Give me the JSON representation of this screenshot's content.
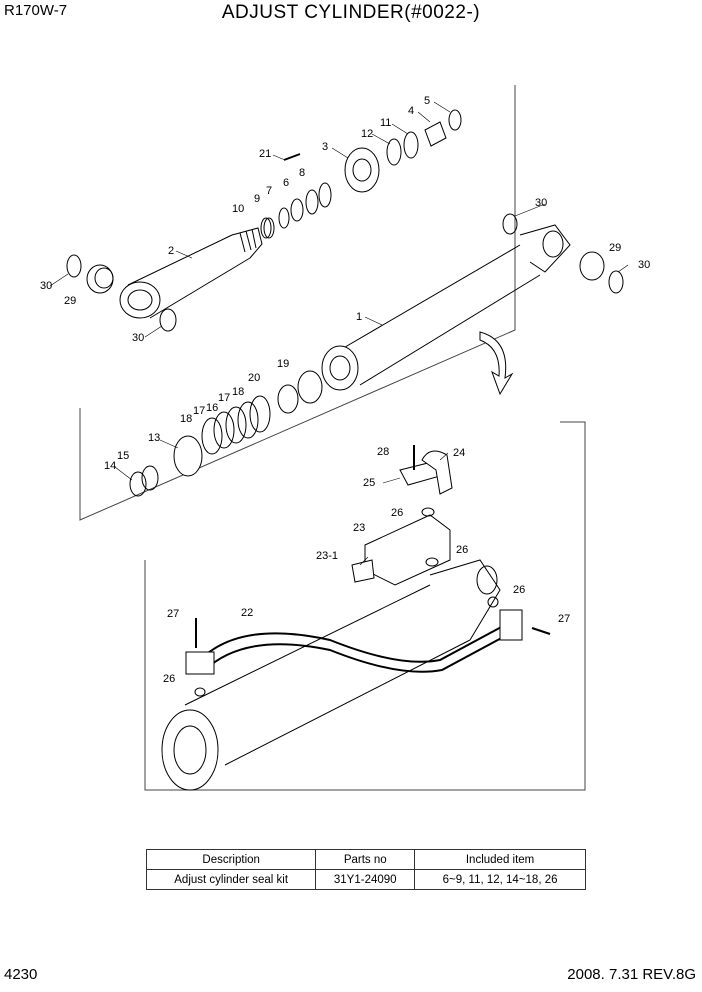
{
  "header": {
    "model": "R170W-7",
    "title": "ADJUST CYLINDER(#0022-)"
  },
  "footer": {
    "page": "4230",
    "revision": "2008. 7.31  REV.8G"
  },
  "callouts": [
    "1",
    "2",
    "3",
    "4",
    "5",
    "6",
    "7",
    "8",
    "9",
    "10",
    "11",
    "12",
    "13",
    "14",
    "15",
    "16",
    "17",
    "18",
    "19",
    "20",
    "21",
    "22",
    "23",
    "23-1",
    "24",
    "25",
    "26",
    "27",
    "28",
    "29",
    "30"
  ],
  "kit_table": {
    "headers": [
      "Description",
      "Parts no",
      "Included item"
    ],
    "row": [
      "Adjust cylinder seal kit",
      "31Y1-24090",
      "6~9, 11, 12, 14~18, 26"
    ]
  }
}
